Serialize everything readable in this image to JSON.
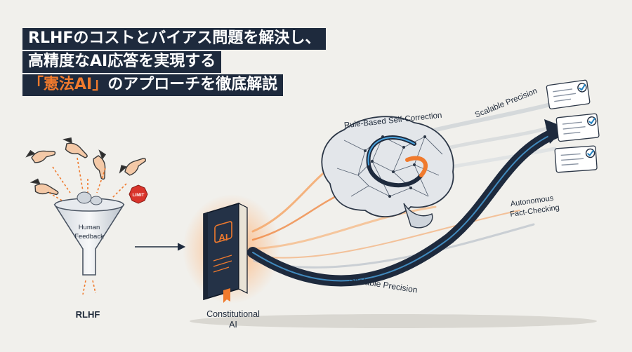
{
  "title": {
    "line1": "RLHFのコストとバイアス問題を解決し、",
    "line2": "高精度なAI応答を実現する",
    "line3_highlight": "「憲法AI」",
    "line3_rest": "のアプローチを徹底解説"
  },
  "labels": {
    "funnel_text_1": "Human",
    "funnel_text_2": "Feedback",
    "limit_sign": "LIMIT",
    "rlhf": "RLHF",
    "constitutional_1": "Constitutional",
    "constitutional_2": "AI",
    "book_badge": "AI",
    "rule_based": "Rule-Based Self-Correction",
    "scalable_top": "Scalable Precision",
    "scalable_bottom": "Scalable Precision",
    "autonomous_1": "Autonomous",
    "autonomous_2": "Fact-Checking"
  },
  "colors": {
    "navy": "#1e2a3d",
    "orange": "#f07a2d",
    "blue": "#4aa3df",
    "background": "#f1f0ec"
  }
}
